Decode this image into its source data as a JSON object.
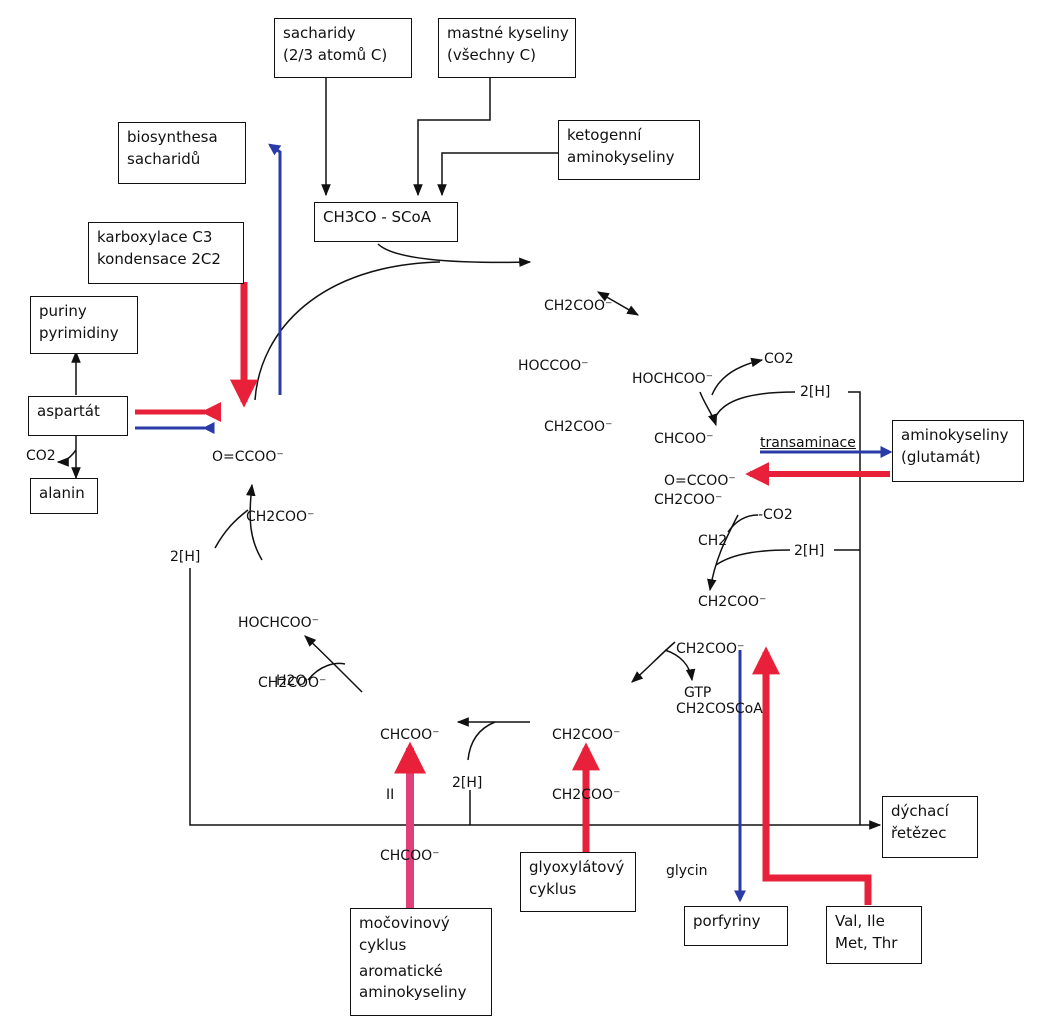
{
  "boxes": {
    "sacharidy": [
      "sacharidy",
      "(2/3 atomů C)"
    ],
    "mastne": [
      "mastné kyseliny",
      "(všechny C)"
    ],
    "ketogenni": [
      "ketogenní",
      "aminokyseliny"
    ],
    "biosynthesa": [
      "biosynthesa",
      "sacharidů"
    ],
    "acetyl": "CH3CO - SCoA",
    "karboxylace": [
      "karboxylace C3",
      "kondensace 2C2"
    ],
    "puriny": [
      "puriny",
      "pyrimidiny"
    ],
    "aspartat": "aspartát",
    "alanin": "alanin",
    "aminokyseliny": [
      "aminokyseliny",
      "(glutamát)"
    ],
    "dychaci": [
      "dýchací",
      "řetězec"
    ],
    "glyoxylatovy": [
      "glyoxylátový",
      "cyklus"
    ],
    "mocovinovy": [
      "močovinový",
      "cyklus",
      "aromatické",
      "aminokyseliny"
    ],
    "porfyriny": "porfyriny",
    "val": [
      "Val, Ile",
      "Met, Thr"
    ]
  },
  "labels": {
    "co2_aspartat": "CO2",
    "transaminace": "transaminace",
    "h2_top": "2[H]",
    "co2_top": "CO2",
    "co2_mid": "-CO2",
    "h2_mid": "2[H]",
    "h2_left": "2[H]",
    "h2_bottom": "2[H]",
    "gtp": "GTP",
    "h2o": "H2O",
    "glycin": "glycin"
  },
  "molecules": {
    "citrate": [
      "CH2COO⁻",
      "HOCCOO⁻",
      "CH2COO⁻"
    ],
    "isocitrate": [
      "HOCHCOO⁻",
      "CHCOO⁻",
      "CH2COO⁻"
    ],
    "ketoglutarate": [
      "O=CCOO⁻",
      "CH2",
      "CH2COO⁻"
    ],
    "succinyl_coa": [
      "CH2COO⁻",
      "CH2COSCoA"
    ],
    "succinate": [
      "CH2COO⁻",
      "CH2COO⁻"
    ],
    "fumarate": [
      "CHCOO⁻",
      "II",
      "CHCOO⁻"
    ],
    "malate": [
      "HOCHCOO⁻",
      "CH2COO⁻"
    ],
    "oxaloacetate": [
      "O=CCOO⁻",
      "CH2COO⁻"
    ]
  },
  "colors": {
    "red": "#e8203a",
    "pink": "#e0508a",
    "blue": "#2a3aa8",
    "black": "#111111"
  }
}
